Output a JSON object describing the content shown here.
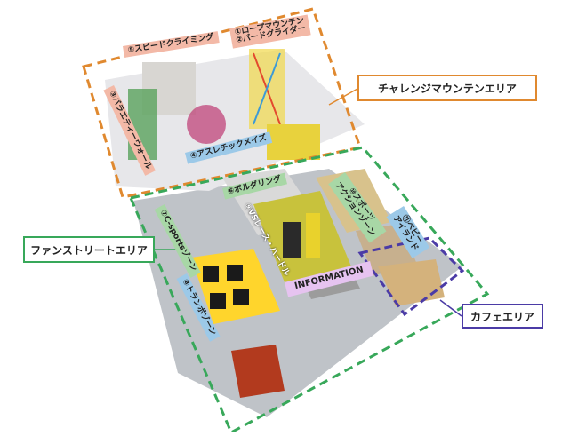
{
  "areas": {
    "challenge_mountain": {
      "label": "チャレンジマウンテンエリア",
      "color": "#e0892f"
    },
    "fun_street": {
      "label": "ファンストリートエリア",
      "color": "#38a85a"
    },
    "cafe": {
      "label": "カフェエリア",
      "color": "#4b3ba6"
    }
  },
  "zones": {
    "speed_climbing": "⑤スピードクライミング",
    "rope_mountain": "①ロープマウンテン",
    "bird_glider": "②バードグライダー",
    "variety_wall": "③バラエティーウォール",
    "athletic_maze": "④アスレチックメイズ",
    "bouldering": "⑥ボルダリング",
    "sports_action_zone_1": "⑩スポーツ",
    "sports_action_zone_2": "アクションゾーン",
    "c_sports_zone": "⑦C-sportsゾーン",
    "vs_race_hurdle": "⑨VSレース・ハードル",
    "baby_island_1": "⑪ベビー",
    "baby_island_2": "アイランド",
    "information": "INFORMATION",
    "trampoline_zone": "⑧トランポゾーン"
  }
}
